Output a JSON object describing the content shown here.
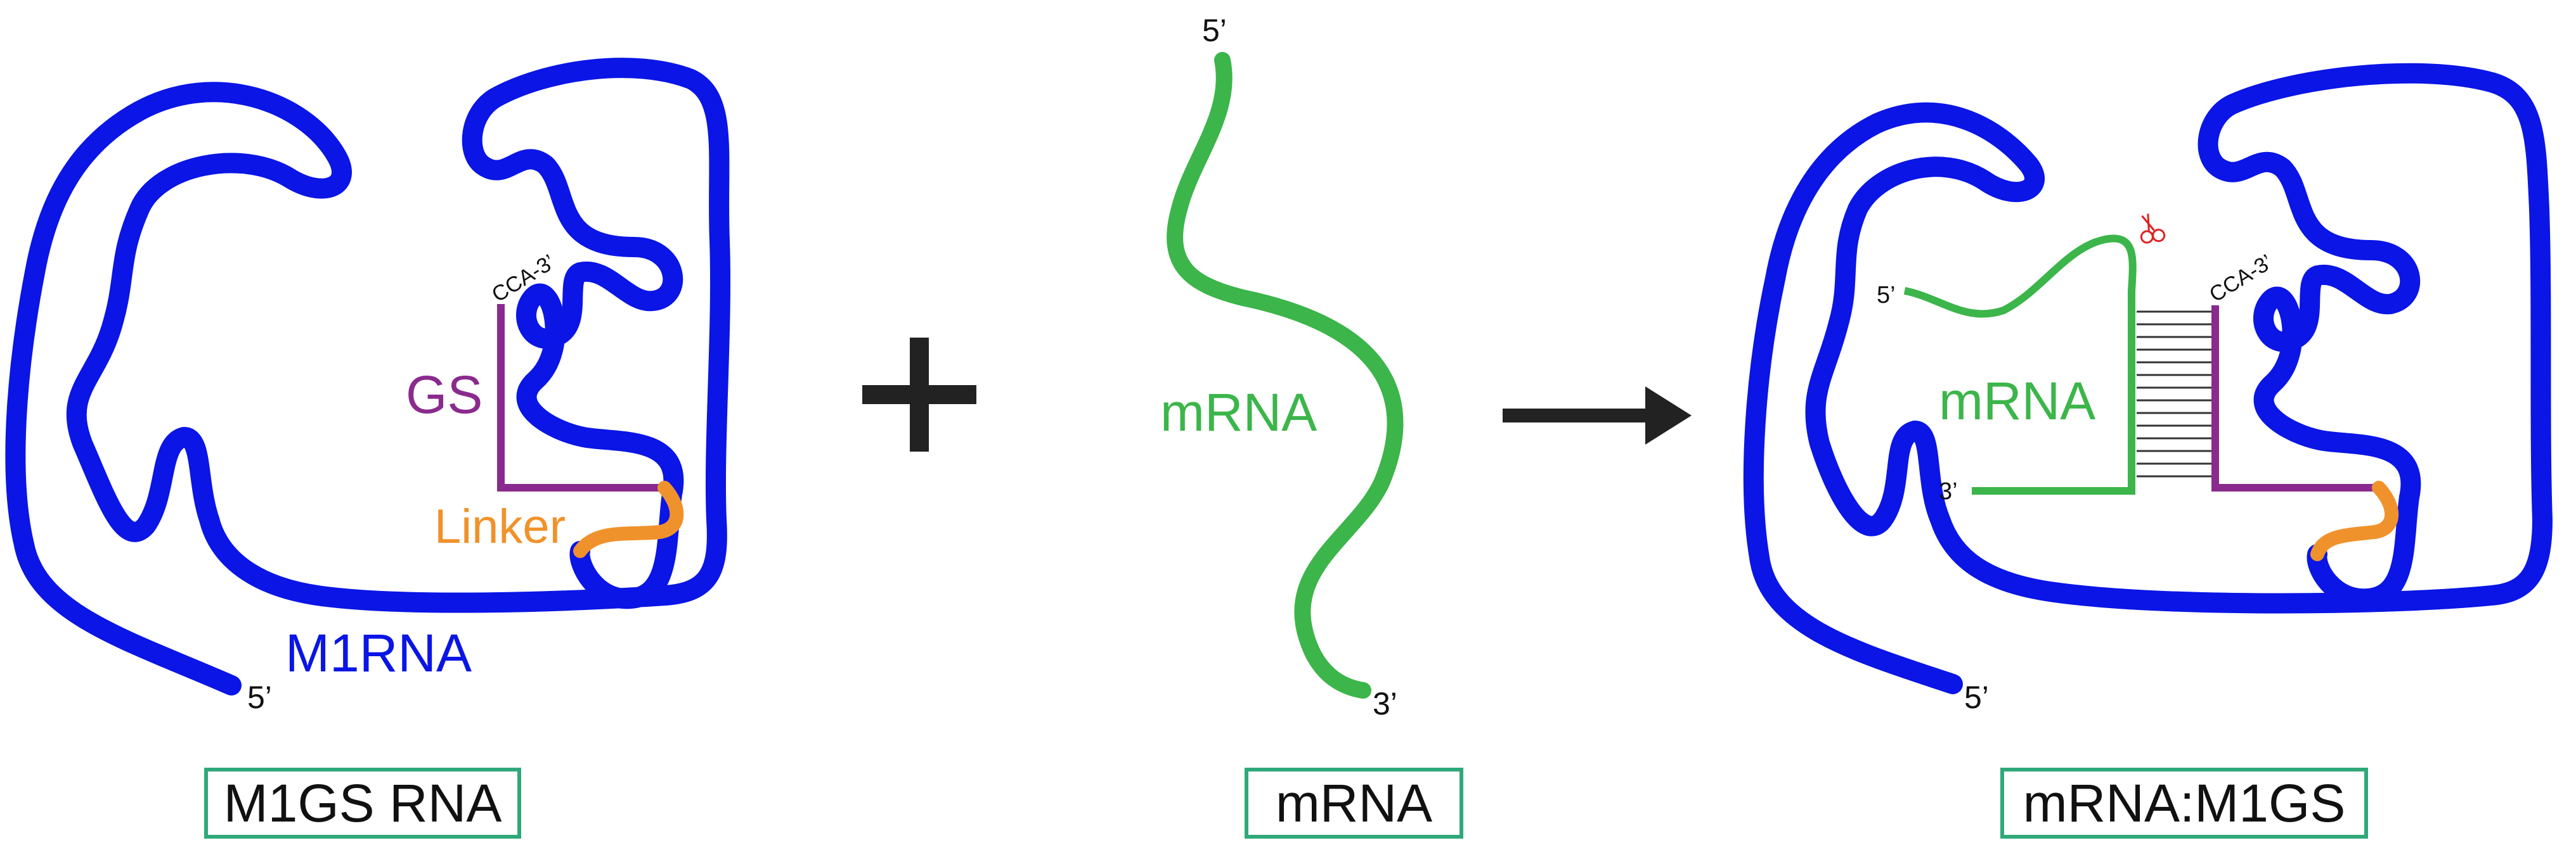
{
  "colors": {
    "rna_blue": "#0a15e6",
    "mrna_green": "#3cb54a",
    "guide_purple": "#8a2a8e",
    "linker_orange": "#f0922b",
    "box_border": "#2fa87a",
    "scissors_red": "#e02020",
    "text_black": "#111111"
  },
  "panel_left": {
    "m1rna_label": "M1RNA",
    "gs_label": "GS",
    "linker_label": "Linker",
    "cca_label": "CCA-3’",
    "five_prime_label": "5’",
    "caption": "M1GS RNA"
  },
  "operators": {
    "plus": "+",
    "arrow": "arrow-right-icon"
  },
  "panel_middle": {
    "mrna_label": "mRNA",
    "five_prime_label": "5’",
    "three_prime_label": "3’",
    "caption": "mRNA"
  },
  "panel_right": {
    "mrna_label": "mRNA",
    "cca_label": "CCA-3’",
    "mrna_five_prime_label": "5’",
    "mrna_three_prime_label": "3’",
    "rna_five_prime_label": "5’",
    "scissors_icon": "scissors-icon",
    "caption": "mRNA:M1GS"
  }
}
